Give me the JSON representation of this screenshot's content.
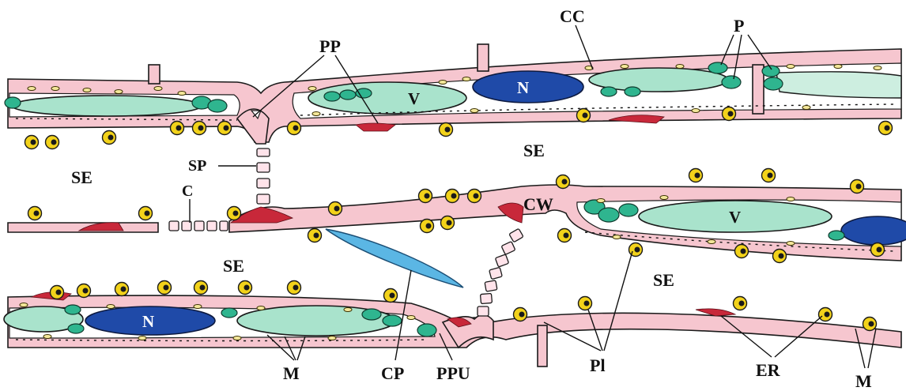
{
  "labels": {
    "pp": "PP",
    "cc": "CC",
    "p": "P",
    "se1": "SE",
    "se2": "SE",
    "se3": "SE",
    "se4": "SE",
    "sp": "SP",
    "c": "C",
    "cw": "CW",
    "v1": "V",
    "v2": "V",
    "n1": "N",
    "n2": "N",
    "m1": "M",
    "m2": "M",
    "cp": "CP",
    "ppu": "PPU",
    "pl": "Pl",
    "er": "ER"
  },
  "colors": {
    "cell_wall": "#f6c6cf",
    "vacuole": "#a9e3cc",
    "nucleus": "#1f4aa8",
    "plastid": "#2fb58f",
    "p_protein_body": "#f2d21a",
    "crystalline_p_protein": "#5bb6e4",
    "red_deposit": "#c8283a"
  }
}
